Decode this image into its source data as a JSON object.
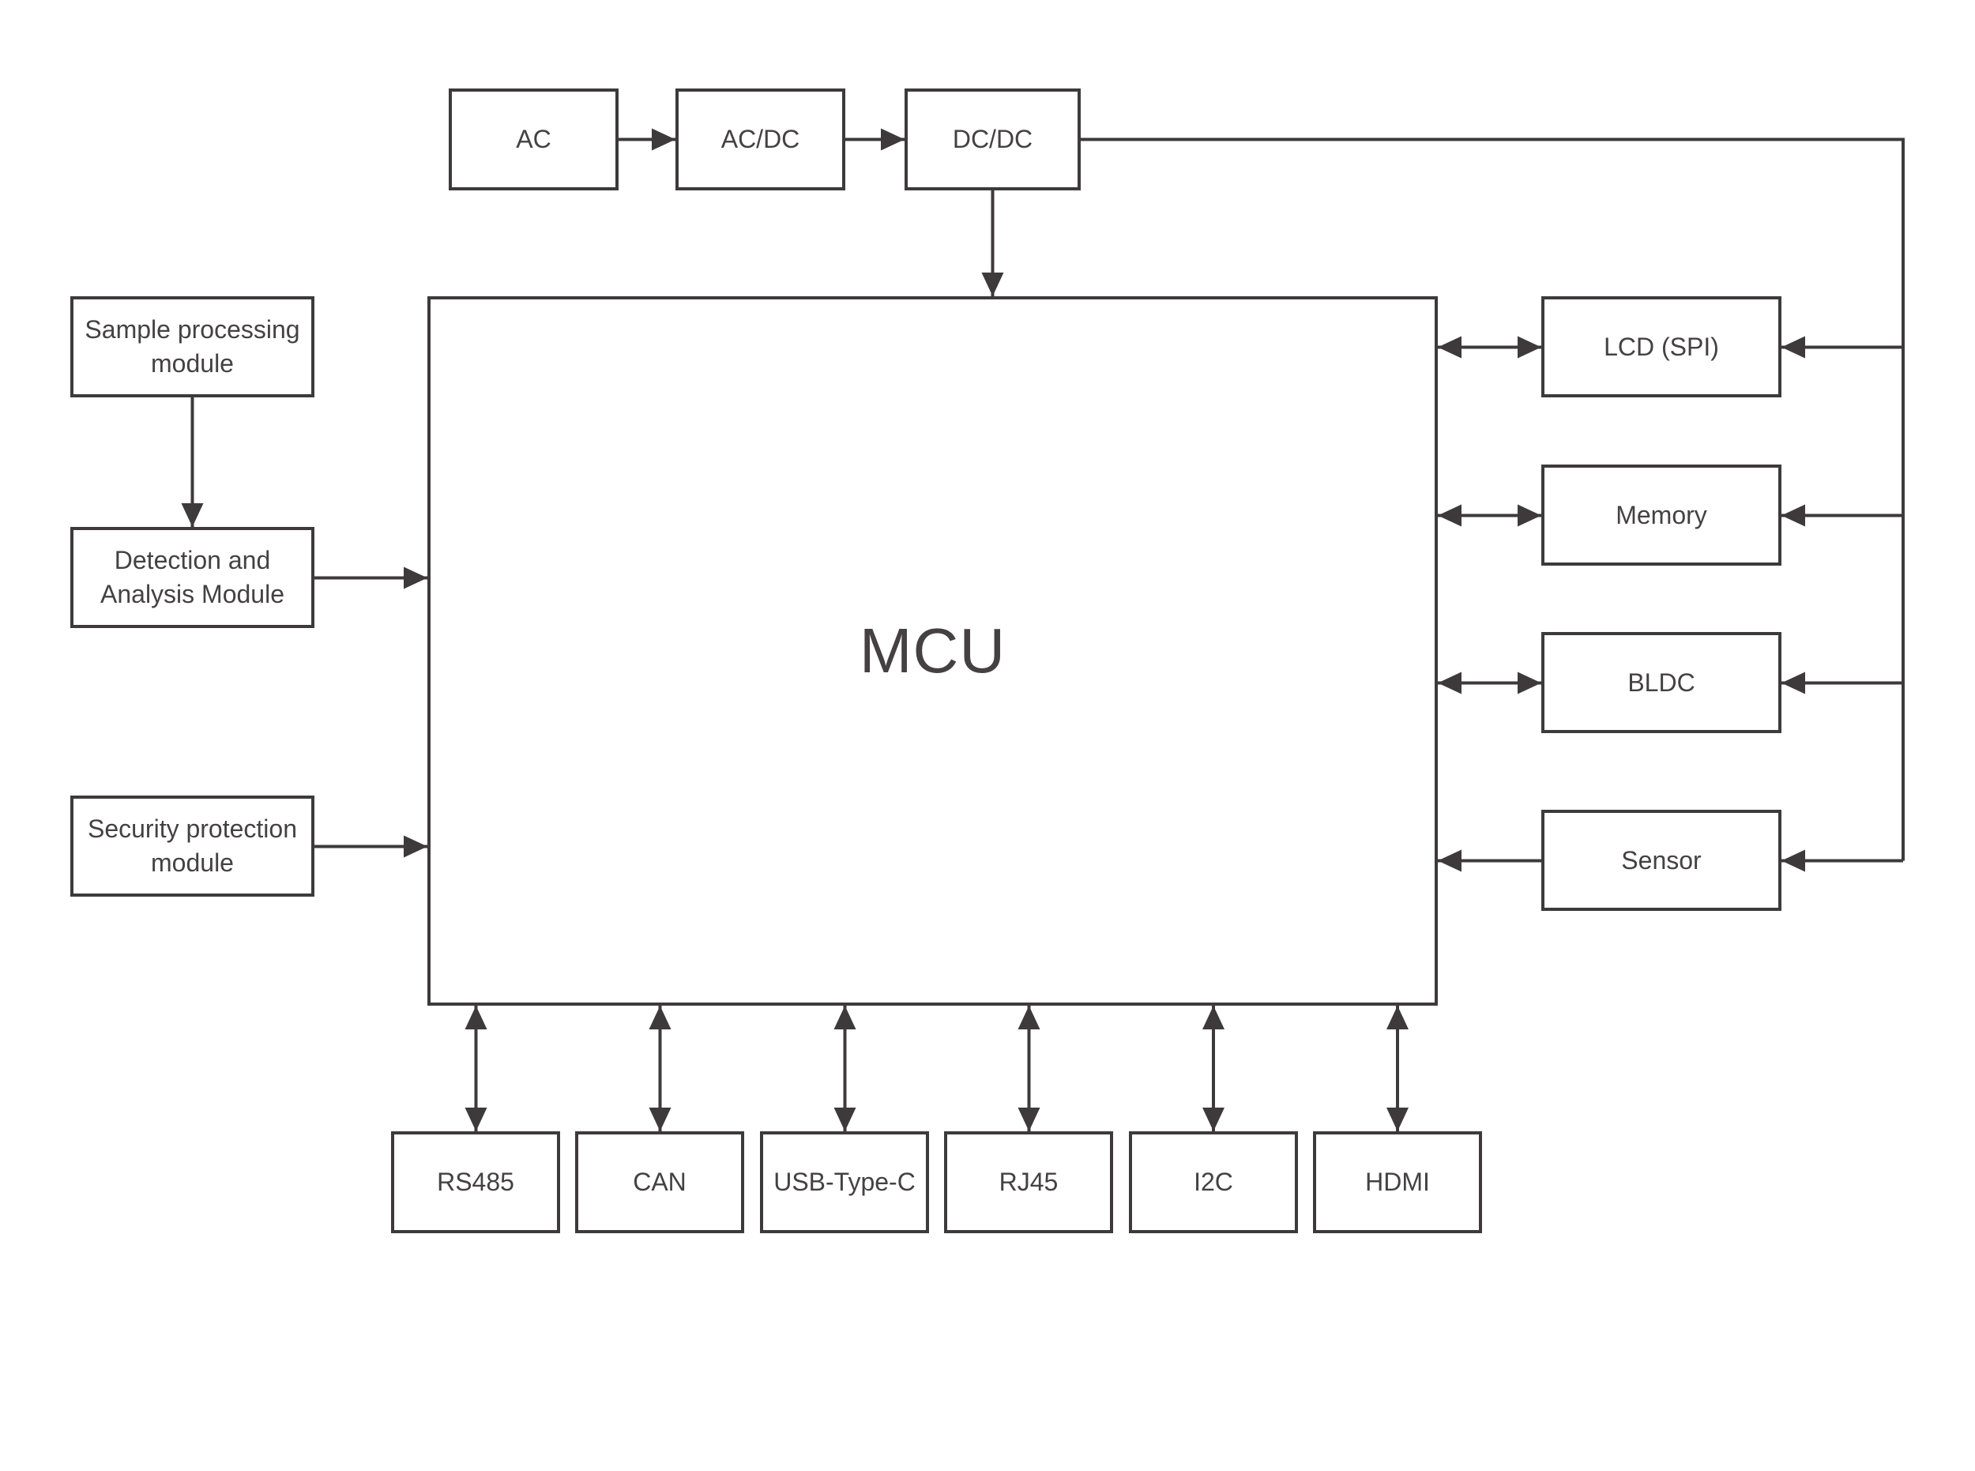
{
  "blocks": {
    "ac": {
      "label": "AC"
    },
    "acdc": {
      "label": "AC/DC"
    },
    "dcdc": {
      "label": "DC/DC"
    },
    "mcu": {
      "label": "MCU"
    },
    "sample": {
      "label": "Sample processing module"
    },
    "detection": {
      "label": "Detection and Analysis Module"
    },
    "security": {
      "label": "Security protection module"
    },
    "lcd": {
      "label": "LCD (SPI)"
    },
    "memory": {
      "label": "Memory"
    },
    "bldc": {
      "label": "BLDC"
    },
    "sensor": {
      "label": "Sensor"
    },
    "rs485": {
      "label": "RS485"
    },
    "can": {
      "label": "CAN"
    },
    "usb": {
      "label": "USB-Type-C"
    },
    "rj45": {
      "label": "RJ45"
    },
    "i2c": {
      "label": "I2C"
    },
    "hdmi": {
      "label": "HDMI"
    }
  },
  "connections": [
    {
      "from": "AC",
      "to": "AC/DC",
      "type": "arrow"
    },
    {
      "from": "AC/DC",
      "to": "DC/DC",
      "type": "arrow"
    },
    {
      "from": "DC/DC",
      "to": "MCU",
      "type": "arrow"
    },
    {
      "from": "DC/DC",
      "to": "power-rail",
      "type": "line"
    },
    {
      "from": "power-rail",
      "to": "LCD (SPI)",
      "type": "arrow"
    },
    {
      "from": "power-rail",
      "to": "Memory",
      "type": "arrow"
    },
    {
      "from": "power-rail",
      "to": "BLDC",
      "type": "arrow"
    },
    {
      "from": "power-rail",
      "to": "Sensor",
      "type": "arrow"
    },
    {
      "from": "Sample processing module",
      "to": "Detection and Analysis Module",
      "type": "arrow"
    },
    {
      "from": "Detection and Analysis Module",
      "to": "MCU",
      "type": "arrow"
    },
    {
      "from": "Security protection module",
      "to": "MCU",
      "type": "arrow"
    },
    {
      "from": "MCU",
      "to": "LCD (SPI)",
      "type": "double-arrow"
    },
    {
      "from": "MCU",
      "to": "Memory",
      "type": "double-arrow"
    },
    {
      "from": "MCU",
      "to": "BLDC",
      "type": "double-arrow"
    },
    {
      "from": "Sensor",
      "to": "MCU",
      "type": "arrow"
    },
    {
      "from": "MCU",
      "to": "RS485",
      "type": "double-arrow"
    },
    {
      "from": "MCU",
      "to": "CAN",
      "type": "double-arrow"
    },
    {
      "from": "MCU",
      "to": "USB-Type-C",
      "type": "double-arrow"
    },
    {
      "from": "MCU",
      "to": "RJ45",
      "type": "double-arrow"
    },
    {
      "from": "MCU",
      "to": "I2C",
      "type": "double-arrow"
    },
    {
      "from": "MCU",
      "to": "HDMI",
      "type": "double-arrow"
    }
  ],
  "colors": {
    "stroke": "#3e3a3b",
    "text": "#454142",
    "background": "#ffffff"
  }
}
